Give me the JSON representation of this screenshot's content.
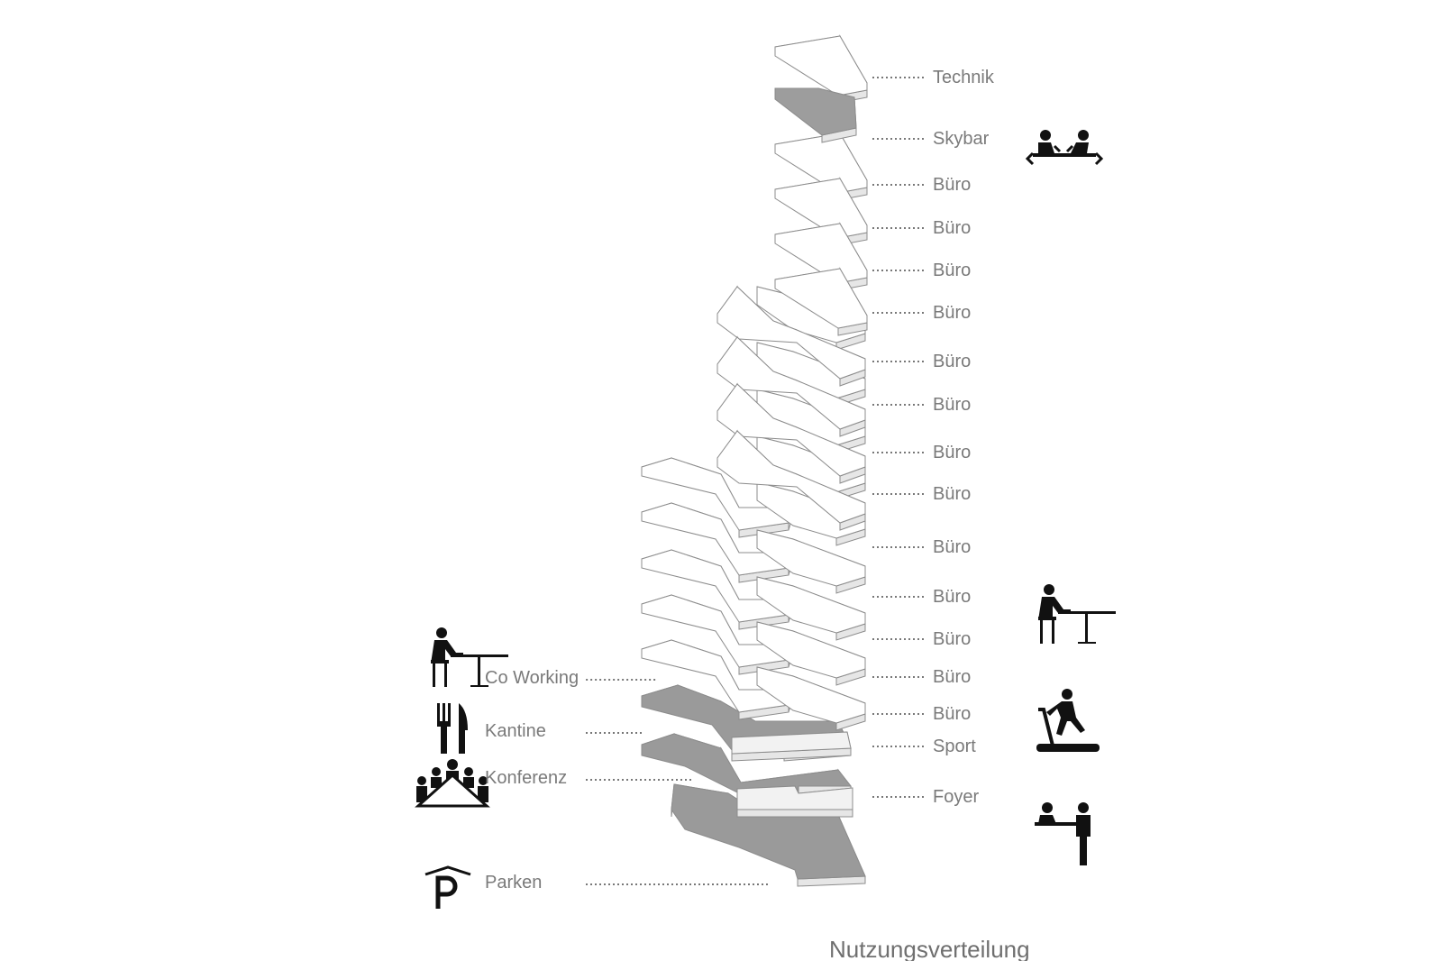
{
  "diagram": {
    "floors_right": [
      {
        "label": "Technik"
      },
      {
        "label": "Skybar"
      },
      {
        "label": "Büro"
      },
      {
        "label": "Büro"
      },
      {
        "label": "Büro"
      },
      {
        "label": "Büro"
      },
      {
        "label": "Büro"
      },
      {
        "label": "Büro"
      },
      {
        "label": "Büro"
      },
      {
        "label": "Büro"
      },
      {
        "label": "Büro"
      },
      {
        "label": "Büro"
      },
      {
        "label": "Büro"
      },
      {
        "label": "Büro"
      },
      {
        "label": "Büro"
      },
      {
        "label": "Sport"
      },
      {
        "label": "Foyer"
      }
    ],
    "floors_left": [
      {
        "label": "Co Working"
      },
      {
        "label": "Kantine"
      },
      {
        "label": "Konferenz"
      },
      {
        "label": "Parken"
      }
    ],
    "icons": [
      "bar-people-icon",
      "desk-worker-icon",
      "treadmill-icon",
      "reception-icon",
      "coworking-desk-icon",
      "fork-knife-icon",
      "conference-table-icon",
      "parking-icon"
    ],
    "colors": {
      "slab_white": "#ffffff",
      "slab_grey": "#9a9a9a",
      "edge": "#8c8c8c",
      "label": "#7a7a7a",
      "icon": "#111111"
    },
    "bottom_caption": "Nutzungsverteilung"
  }
}
